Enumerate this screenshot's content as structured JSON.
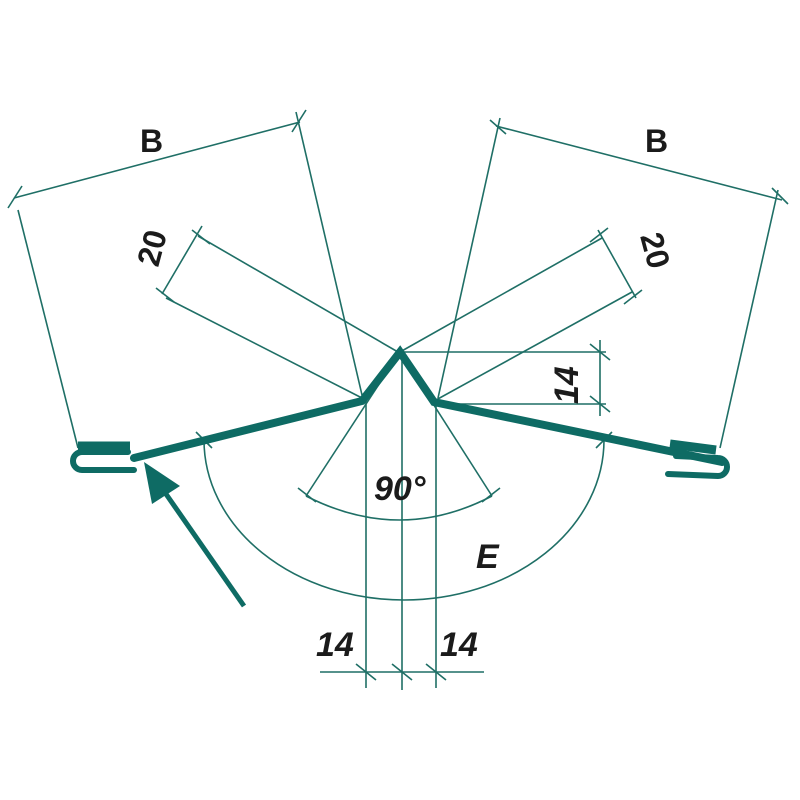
{
  "labels": {
    "b_left": "B",
    "b_right": "B",
    "twenty_left": "20",
    "twenty_right": "20",
    "fourteen_height": "14",
    "angle": "90°",
    "developed": "E",
    "fourteen_left": "14",
    "fourteen_right": "14"
  },
  "colors": {
    "profile": "#0e6b64",
    "dimension_lines": "#1f6f66",
    "text": "#1b1b1b"
  }
}
